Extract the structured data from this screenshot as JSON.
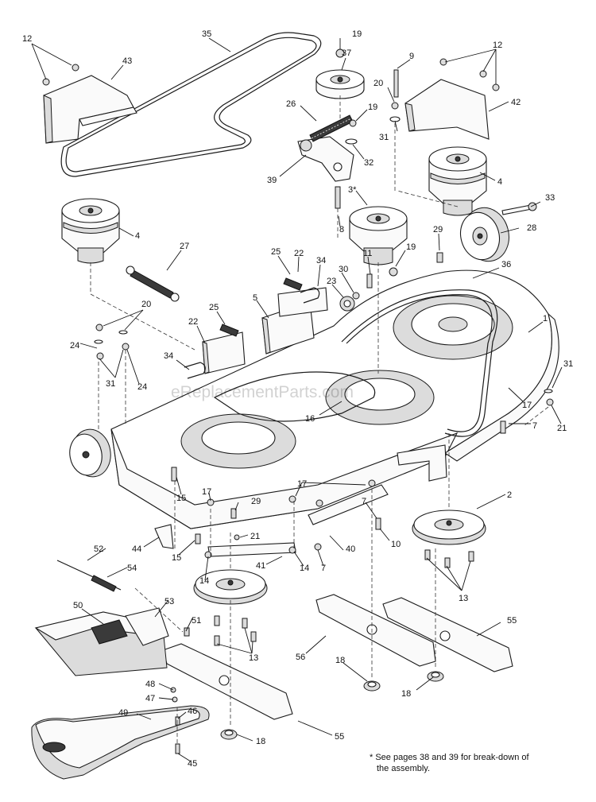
{
  "watermark": "eReplacementParts.com",
  "footnote": {
    "line1": "* See pages 38 and 39 for break-down of",
    "line2": "the assembly."
  },
  "callouts": {
    "c12a": "12",
    "c43": "43",
    "c35": "35",
    "c19a": "19",
    "c37": "37",
    "c9": "9",
    "c12b": "12",
    "c42": "42",
    "c20a": "20",
    "c26": "26",
    "c19b": "19",
    "c31a": "31",
    "c32": "32",
    "c39": "39",
    "c4a": "4",
    "c33": "33",
    "c3": "3*",
    "c28": "28",
    "c4b": "4",
    "c8": "8",
    "c29a": "29",
    "c27": "27",
    "c25a": "25",
    "c22a": "22",
    "c34a": "34",
    "c19c": "19",
    "c36": "36",
    "c11": "11",
    "c30": "30",
    "c23": "23",
    "c20b": "20",
    "c5": "5",
    "c25b": "25",
    "c1": "1",
    "c22b": "22",
    "c24a": "24",
    "c31b": "31",
    "c24b": "24",
    "c34b": "34",
    "c16": "16",
    "c31c": "31",
    "c17a": "17",
    "c7a": "7",
    "c21a": "21",
    "c15a": "15",
    "c17b": "17",
    "c29b": "29",
    "c17c": "17",
    "c2": "2",
    "c7b": "7",
    "c21b": "21",
    "c44": "44",
    "c52": "52",
    "c15b": "15",
    "c40": "40",
    "c10": "10",
    "c14a": "14",
    "c41": "41",
    "c14b": "14",
    "c7c": "7",
    "c54": "54",
    "c13a": "13",
    "c50": "50",
    "c53": "53",
    "c51": "51",
    "c56": "56",
    "c55a": "55",
    "c13b": "13",
    "c18a": "18",
    "c18b": "18",
    "c48": "48",
    "c47": "47",
    "c46": "46",
    "c49": "49",
    "c55b": "55",
    "c18c": "18",
    "c45": "45"
  }
}
